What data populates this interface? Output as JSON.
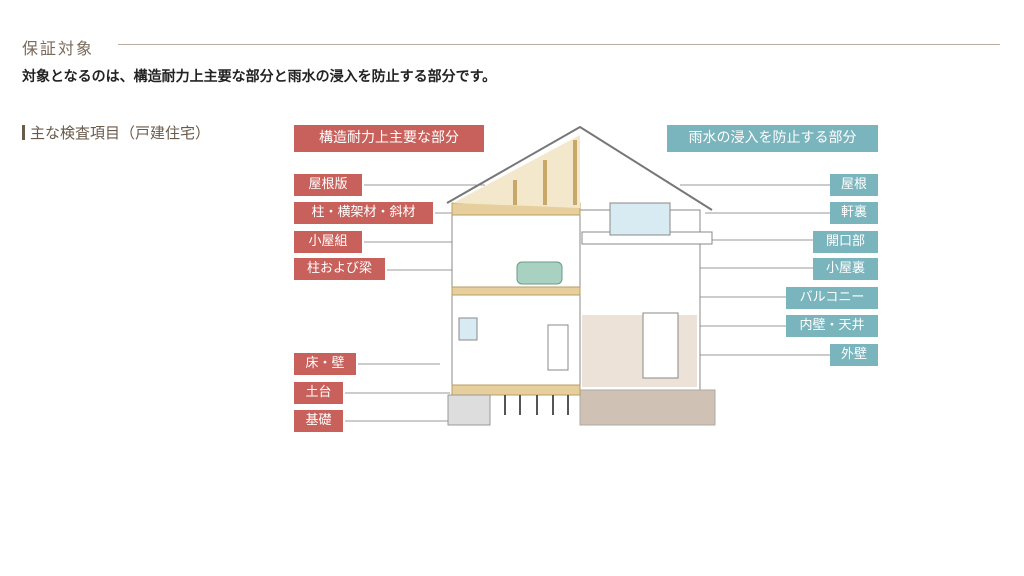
{
  "section_title": "保証対象",
  "lead": "対象となるのは、構造耐力上主要な部分と雨水の浸入を防止する部分です。",
  "subheading": "主な検査項目（戸建住宅）",
  "structural": {
    "header": "構造耐力上主要な部分",
    "items": [
      "屋根版",
      "柱・横架材・斜材",
      "小屋組",
      "柱および梁",
      "床・壁",
      "土台",
      "基礎"
    ]
  },
  "rainwater": {
    "header": "雨水の浸入を防止する部分",
    "items": [
      "屋根",
      "軒裏",
      "開口部",
      "小屋裏",
      "バルコニー",
      "内壁・天井",
      "外壁"
    ]
  },
  "colors": {
    "structural": "#c8615b",
    "rainwater": "#7ab5bd"
  }
}
